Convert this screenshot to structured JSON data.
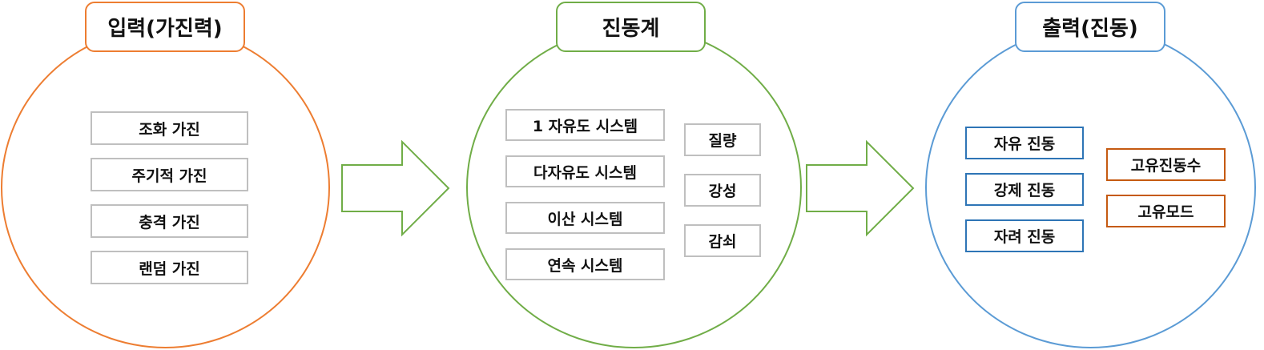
{
  "colors": {
    "input": "#ED7D31",
    "system": "#70AD47",
    "output": "#5B9BD5",
    "output_blue_box": "#2E75B6",
    "output_orange_box": "#C55A11",
    "gray_box": "#BFBFBF"
  },
  "input": {
    "title": "입력(가진력)",
    "items": [
      "조화 가진",
      "주기적 가진",
      "충격 가진",
      "랜덤 가진"
    ]
  },
  "system": {
    "title": "진동계",
    "types": [
      "1 자유도 시스템",
      "다자유도 시스템",
      "이산 시스템",
      "연속 시스템"
    ],
    "properties": [
      "질량",
      "강성",
      "감쇠"
    ]
  },
  "output": {
    "title": "출력(진동)",
    "vibrations": [
      "자유 진동",
      "강제 진동",
      "자려 진동"
    ],
    "modal": [
      "고유진동수",
      "고유모드"
    ]
  },
  "arrow_icons": [
    "right-arrow-icon",
    "right-arrow-icon"
  ]
}
